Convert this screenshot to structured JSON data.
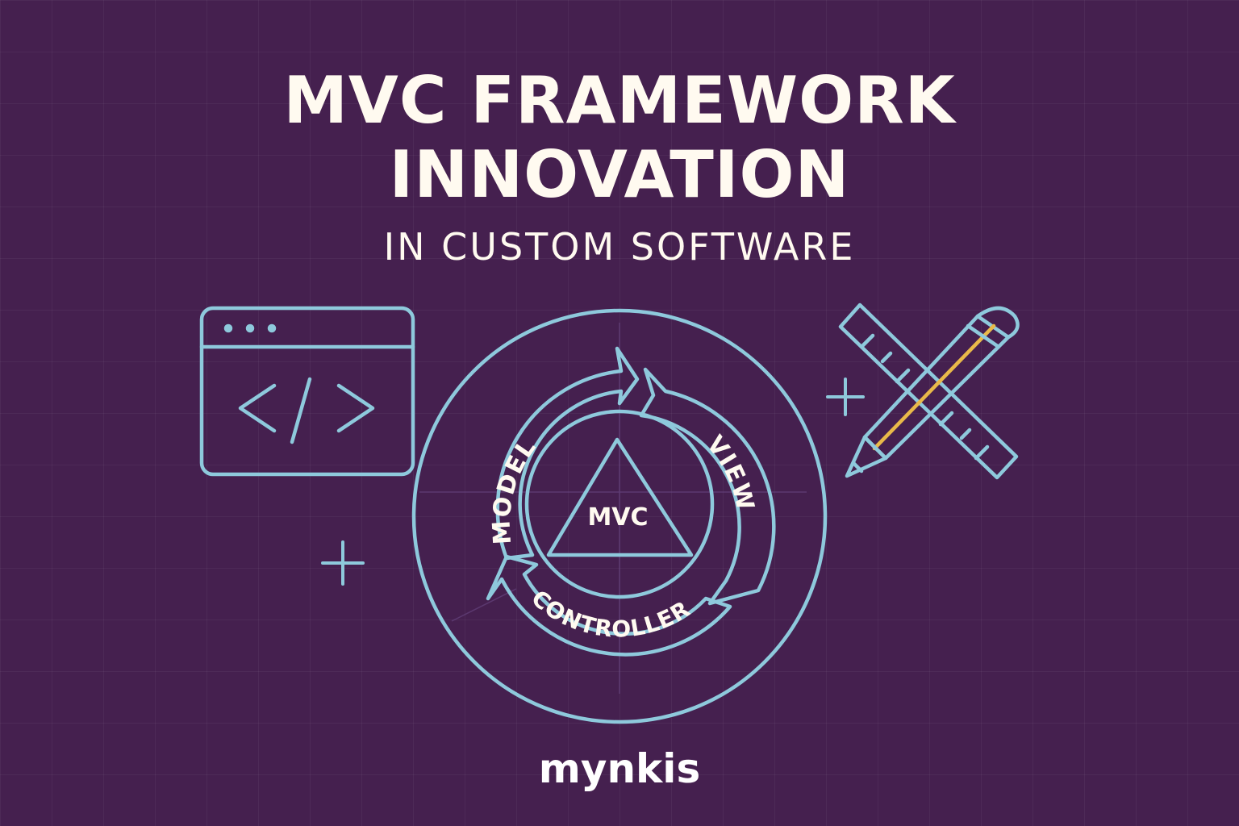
{
  "header": {
    "title_line_1": "MVC FRAMEWORK",
    "title_line_2": "INNOVATION",
    "subtitle": "IN CUSTOM SOFTWARE"
  },
  "diagram": {
    "center_label": "MVC",
    "model_label": "MODEL",
    "view_label": "VIEW",
    "controller_label": "CONTROLLER"
  },
  "icons": {
    "code_window": "code-window-icon",
    "pencil_ruler": "pencil-ruler-icon",
    "plus": "plus-icon"
  },
  "colors": {
    "background": "#45204f",
    "line": "#8ec9dc",
    "text": "#fffaf0",
    "pencil": "#e9b949"
  },
  "footer": {
    "brand": "mynkis"
  }
}
